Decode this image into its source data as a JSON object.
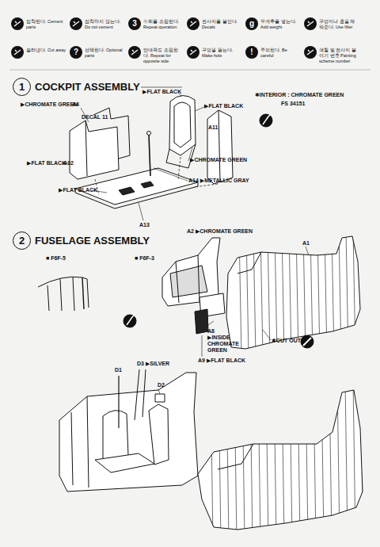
{
  "diagram": {
    "nodes": [
      {
        "text": [
          "1",
          "COCKPIT ASSEMBLY"
        ]
      },
      {
        "text": [
          "2",
          "FUSELAGE ASSEMBLY"
        ]
      }
    ],
    "labels": [
      "3",
      "g",
      "?",
      "!",
      "✱INTERIOR : CHROMATE GREEN",
      "FS 34151",
      "▶FLAT BLACK",
      "▶CHROMATE GREEN",
      "A4",
      "DECAL 11",
      "▶FLAT BLACK",
      "A11",
      "▶FLAT BLACK",
      "A12",
      "▶CHROMATE GREEN",
      "▶FLAT BLACK",
      "A14 ▶METALLIC GRAY",
      "A13",
      "■ F6F-5",
      "■ F6F-3",
      "A2 ▶CHROMATE GREEN",
      "A1",
      "A8",
      "▶INSIDE CHROMATE GREEN",
      "✱CUT OUT",
      "A9 ▶FLAT BLACK",
      "D1",
      "D3 ▶SILVER",
      "D2"
    ],
    "legend": [
      {
        "text": "접착한다. Cement parts"
      },
      {
        "text": "접착하지 않는다. Do not cement"
      },
      {
        "text": "수회를 조립한다. Repeat operation"
      },
      {
        "text": "전사지를 붙인다. Decals"
      },
      {
        "text": "무게추를 넣는다. Add weight"
      },
      {
        "text": "구멍이나 홈을 채워준다. Use filler"
      },
      {
        "text": "잘라낸다. Cut away"
      },
      {
        "text": "선택한다. Optional parts"
      },
      {
        "text": "반대쪽도 조립한다. Repeat for opposite side"
      },
      {
        "text": "구멍을 뚫는다. Make hole"
      },
      {
        "text": "주의한다. Be careful"
      },
      {
        "text": "색칠 및 전사지 붙이기 번호 Painting scheme number"
      }
    ]
  }
}
